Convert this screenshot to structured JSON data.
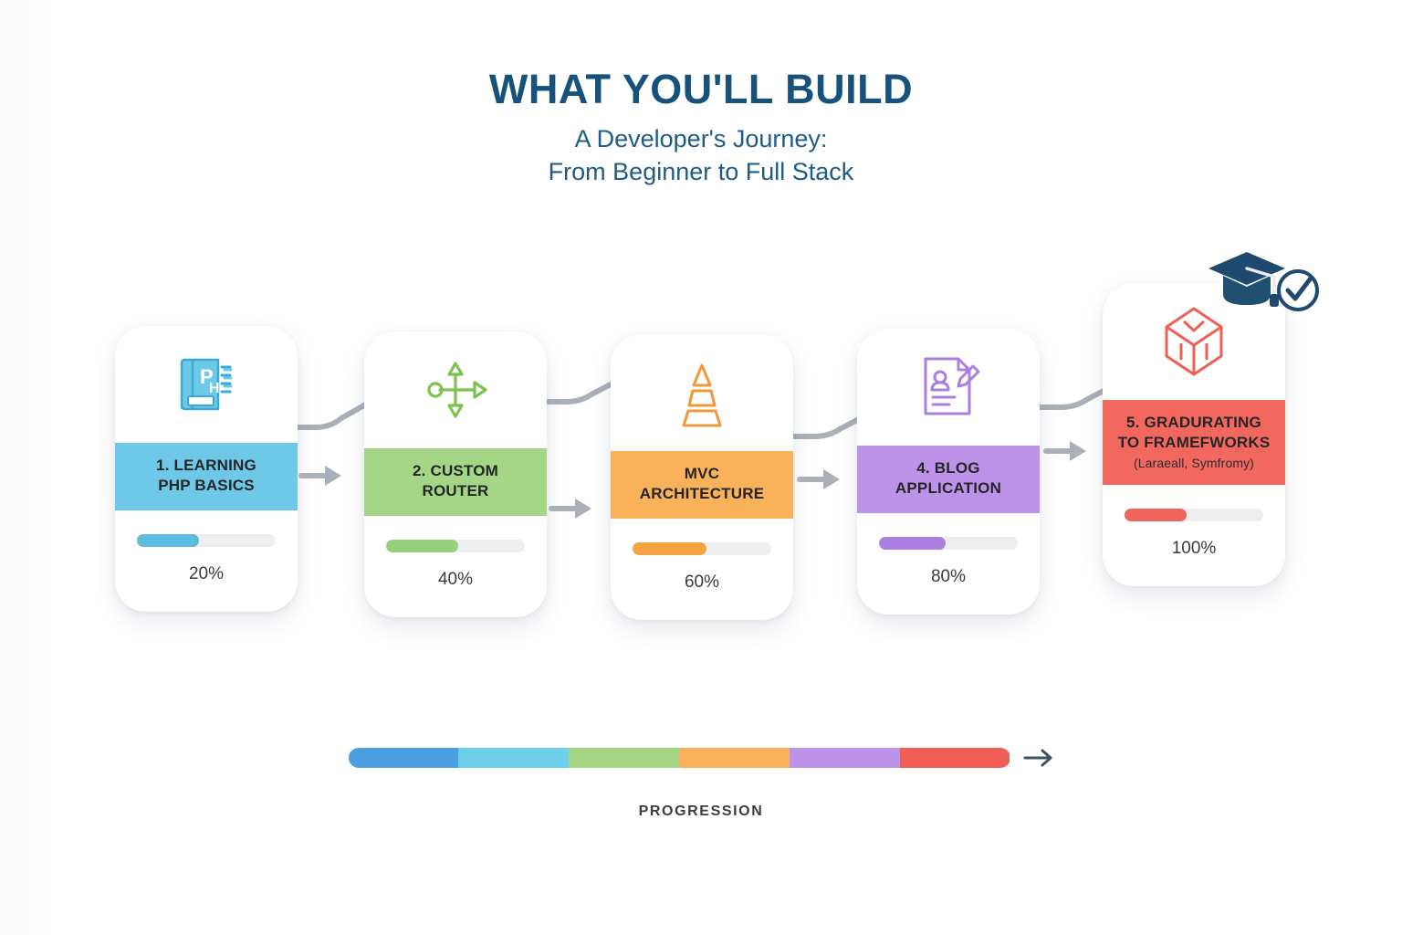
{
  "header": {
    "title": "WHAT YOU'LL BUILD",
    "subtitle_line1": "A Developer's Journey:",
    "subtitle_line2": "From Beginner to Full Stack",
    "title_color": "#17527d"
  },
  "badge": {
    "cap_icon": "graduation-cap-icon",
    "check_icon": "check-circle-icon",
    "color": "#1d4a6e"
  },
  "steps": [
    {
      "icon": "php-book-icon",
      "title_line1": "1. LEARNING",
      "title_line2": "PHP BASICS",
      "subnote": "",
      "percent_label": "20%",
      "percent_value": 20,
      "fill_ratio": 45,
      "color": "#6ec8e8",
      "bar_color": "#5cbde3"
    },
    {
      "icon": "four-way-arrows-icon",
      "title_line1": "2. CUSTOM",
      "title_line2": "ROUTER",
      "subnote": "",
      "percent_label": "40%",
      "percent_value": 40,
      "fill_ratio": 52,
      "color": "#a5d686",
      "bar_color": "#97d07a"
    },
    {
      "icon": "pyramid-layers-icon",
      "title_line1": "MVC",
      "title_line2": "ARCHITECTURE",
      "subnote": "",
      "percent_label": "60%",
      "percent_value": 60,
      "fill_ratio": 53,
      "color": "#f9b15a",
      "bar_color": "#f6a341"
    },
    {
      "icon": "document-pencil-icon",
      "title_line1": "4. BLOG",
      "title_line2": "APPLICATION",
      "subnote": "",
      "percent_label": "80%",
      "percent_value": 80,
      "fill_ratio": 48,
      "color": "#bc93e8",
      "bar_color": "#ab7fe0",
      "icon_color": "#a97fe0"
    },
    {
      "icon": "cube-box-icon",
      "title_line1": "5. GRADURATING",
      "title_line2": "TO FRAMEFWORKS",
      "subnote": "(Laraeall, Symfromy)",
      "percent_label": "100%",
      "percent_value": 100,
      "fill_ratio": 45,
      "color": "#f2685e",
      "bar_color": "#f0655b"
    }
  ],
  "progression": {
    "label": "PROGRESSION",
    "arrow_icon": "arrow-right-icon",
    "segments": [
      {
        "color": "#4a9fe0"
      },
      {
        "color": "#6dd0e8"
      },
      {
        "color": "#a5d686"
      },
      {
        "color": "#f9b15a"
      },
      {
        "color": "#bc93e8"
      },
      {
        "color": "#ef5f55"
      }
    ]
  },
  "connector_color": "#a9b0ba"
}
